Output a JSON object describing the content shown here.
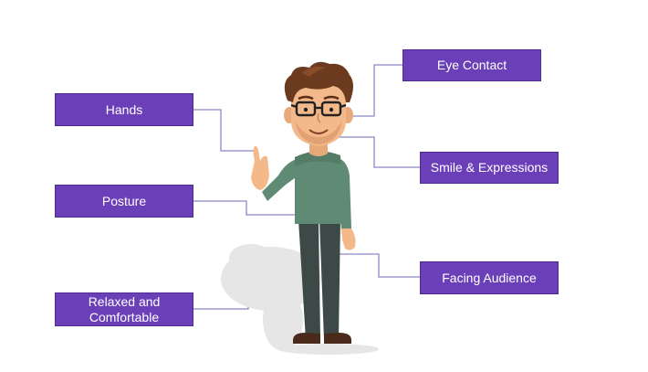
{
  "labels": {
    "hands": "Hands",
    "posture": "Posture",
    "relaxed": "Relaxed and Comfortable",
    "eye_contact": "Eye Contact",
    "smile": "Smile & Expressions",
    "facing": "Facing Audience"
  },
  "colors": {
    "box_fill": "#6a3fb8",
    "connector": "#8a88c4",
    "shirt": "#5f8a73",
    "pants": "#3c4946",
    "hair": "#6b3a1f",
    "skin": "#f3b98a"
  },
  "icons": {
    "person": "cartoon-presenter-figure"
  }
}
